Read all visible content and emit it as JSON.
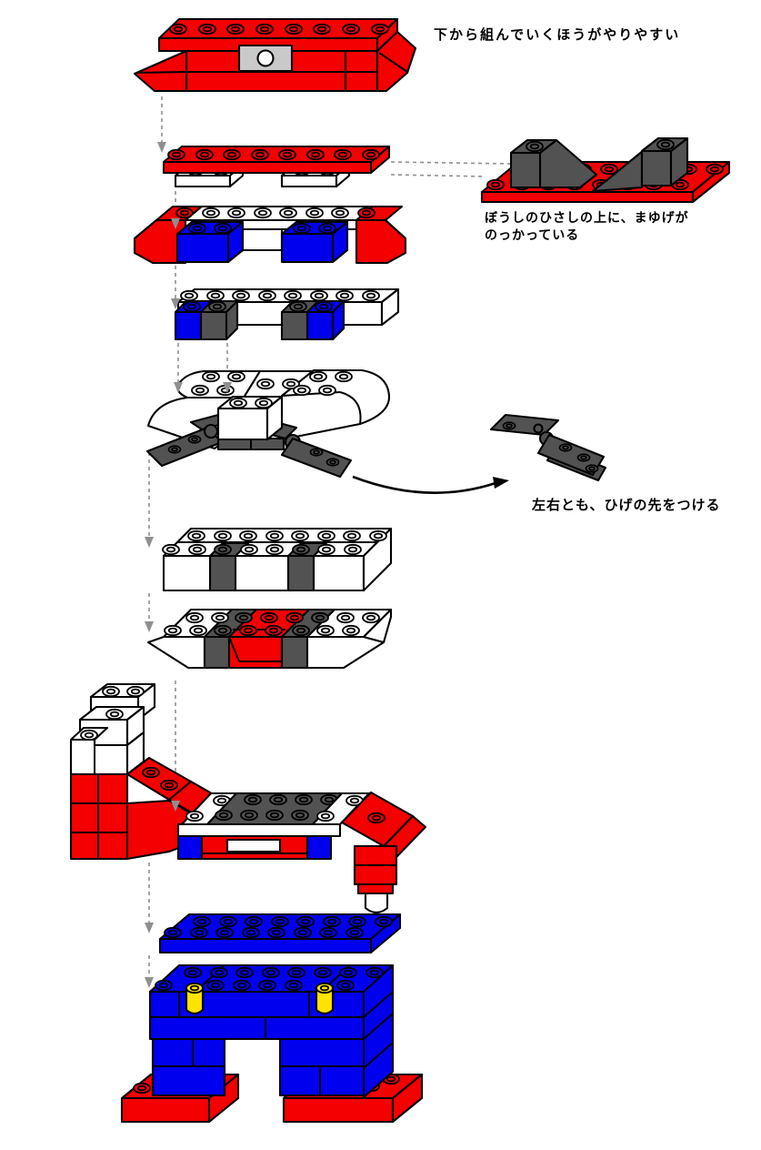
{
  "annotations": {
    "build_order_note": "下から組んでいくほうがやりやすい",
    "eyebrow_note_line1": "ぼうしのひさしの上に、まゆげが",
    "eyebrow_note_line2": "のっかっている",
    "mustache_note": "左右とも、ひげの先をつける"
  },
  "palette": {
    "red": "#f40000",
    "blue": "#0000ee",
    "white": "#ffffff",
    "dark_gray": "#525252",
    "light_gray": "#c9c9c9",
    "yellow": "#ffe300",
    "outline": "#000000",
    "guide": "#8f8f8f"
  }
}
